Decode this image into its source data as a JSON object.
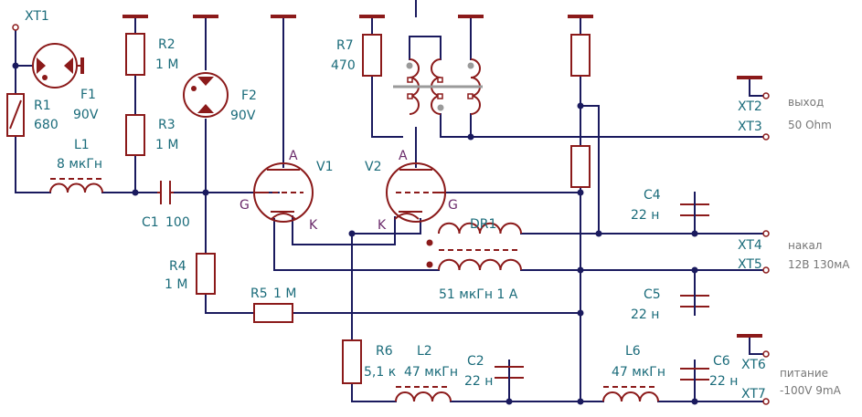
{
  "terminals": {
    "xt1": "XT1",
    "xt2": "XT2",
    "xt3": "XT3",
    "xt4": "XT4",
    "xt5": "XT5",
    "xt6": "XT6",
    "xt7": "XT7"
  },
  "components": {
    "r1": {
      "ref": "R1",
      "value": "680"
    },
    "r2": {
      "ref": "R2",
      "value": "1 M"
    },
    "r3": {
      "ref": "R3",
      "value": "1 M"
    },
    "r4": {
      "ref": "R4",
      "value": "1 M"
    },
    "r5": {
      "ref": "R5",
      "value": "1 M"
    },
    "r6": {
      "ref": "R6",
      "value": "5,1 к"
    },
    "r7": {
      "ref": "R7",
      "value": "470"
    },
    "f1": {
      "ref": "F1",
      "value": "90V"
    },
    "f2": {
      "ref": "F2",
      "value": "90V"
    },
    "l1": {
      "ref": "L1",
      "value": "8 мкГн"
    },
    "l2": {
      "ref": "L2",
      "value": "47 мкГн"
    },
    "l6": {
      "ref": "L6",
      "value": "47 мкГн"
    },
    "c1": {
      "ref": "C1",
      "value": "100"
    },
    "c2": {
      "ref": "C2",
      "value": "22 н"
    },
    "c4": {
      "ref": "C4",
      "value": "22 н"
    },
    "c5": {
      "ref": "C5",
      "value": "22 н"
    },
    "c6": {
      "ref": "C6",
      "value": "22 н"
    },
    "dr1": {
      "ref": "DR1",
      "value": "51 мкГн   1 А"
    },
    "v1": {
      "ref": "V1",
      "anode": "A",
      "grid": "G",
      "cathode": "K"
    },
    "v2": {
      "ref": "V2",
      "anode": "A",
      "grid": "G",
      "cathode": "K"
    }
  },
  "notes": {
    "output_1": "выход",
    "output_2": "50 Ohm",
    "heater_1": "накал",
    "heater_2": "12В 130мА",
    "supply_1": "питание",
    "supply_2": "-100V 9mA"
  }
}
